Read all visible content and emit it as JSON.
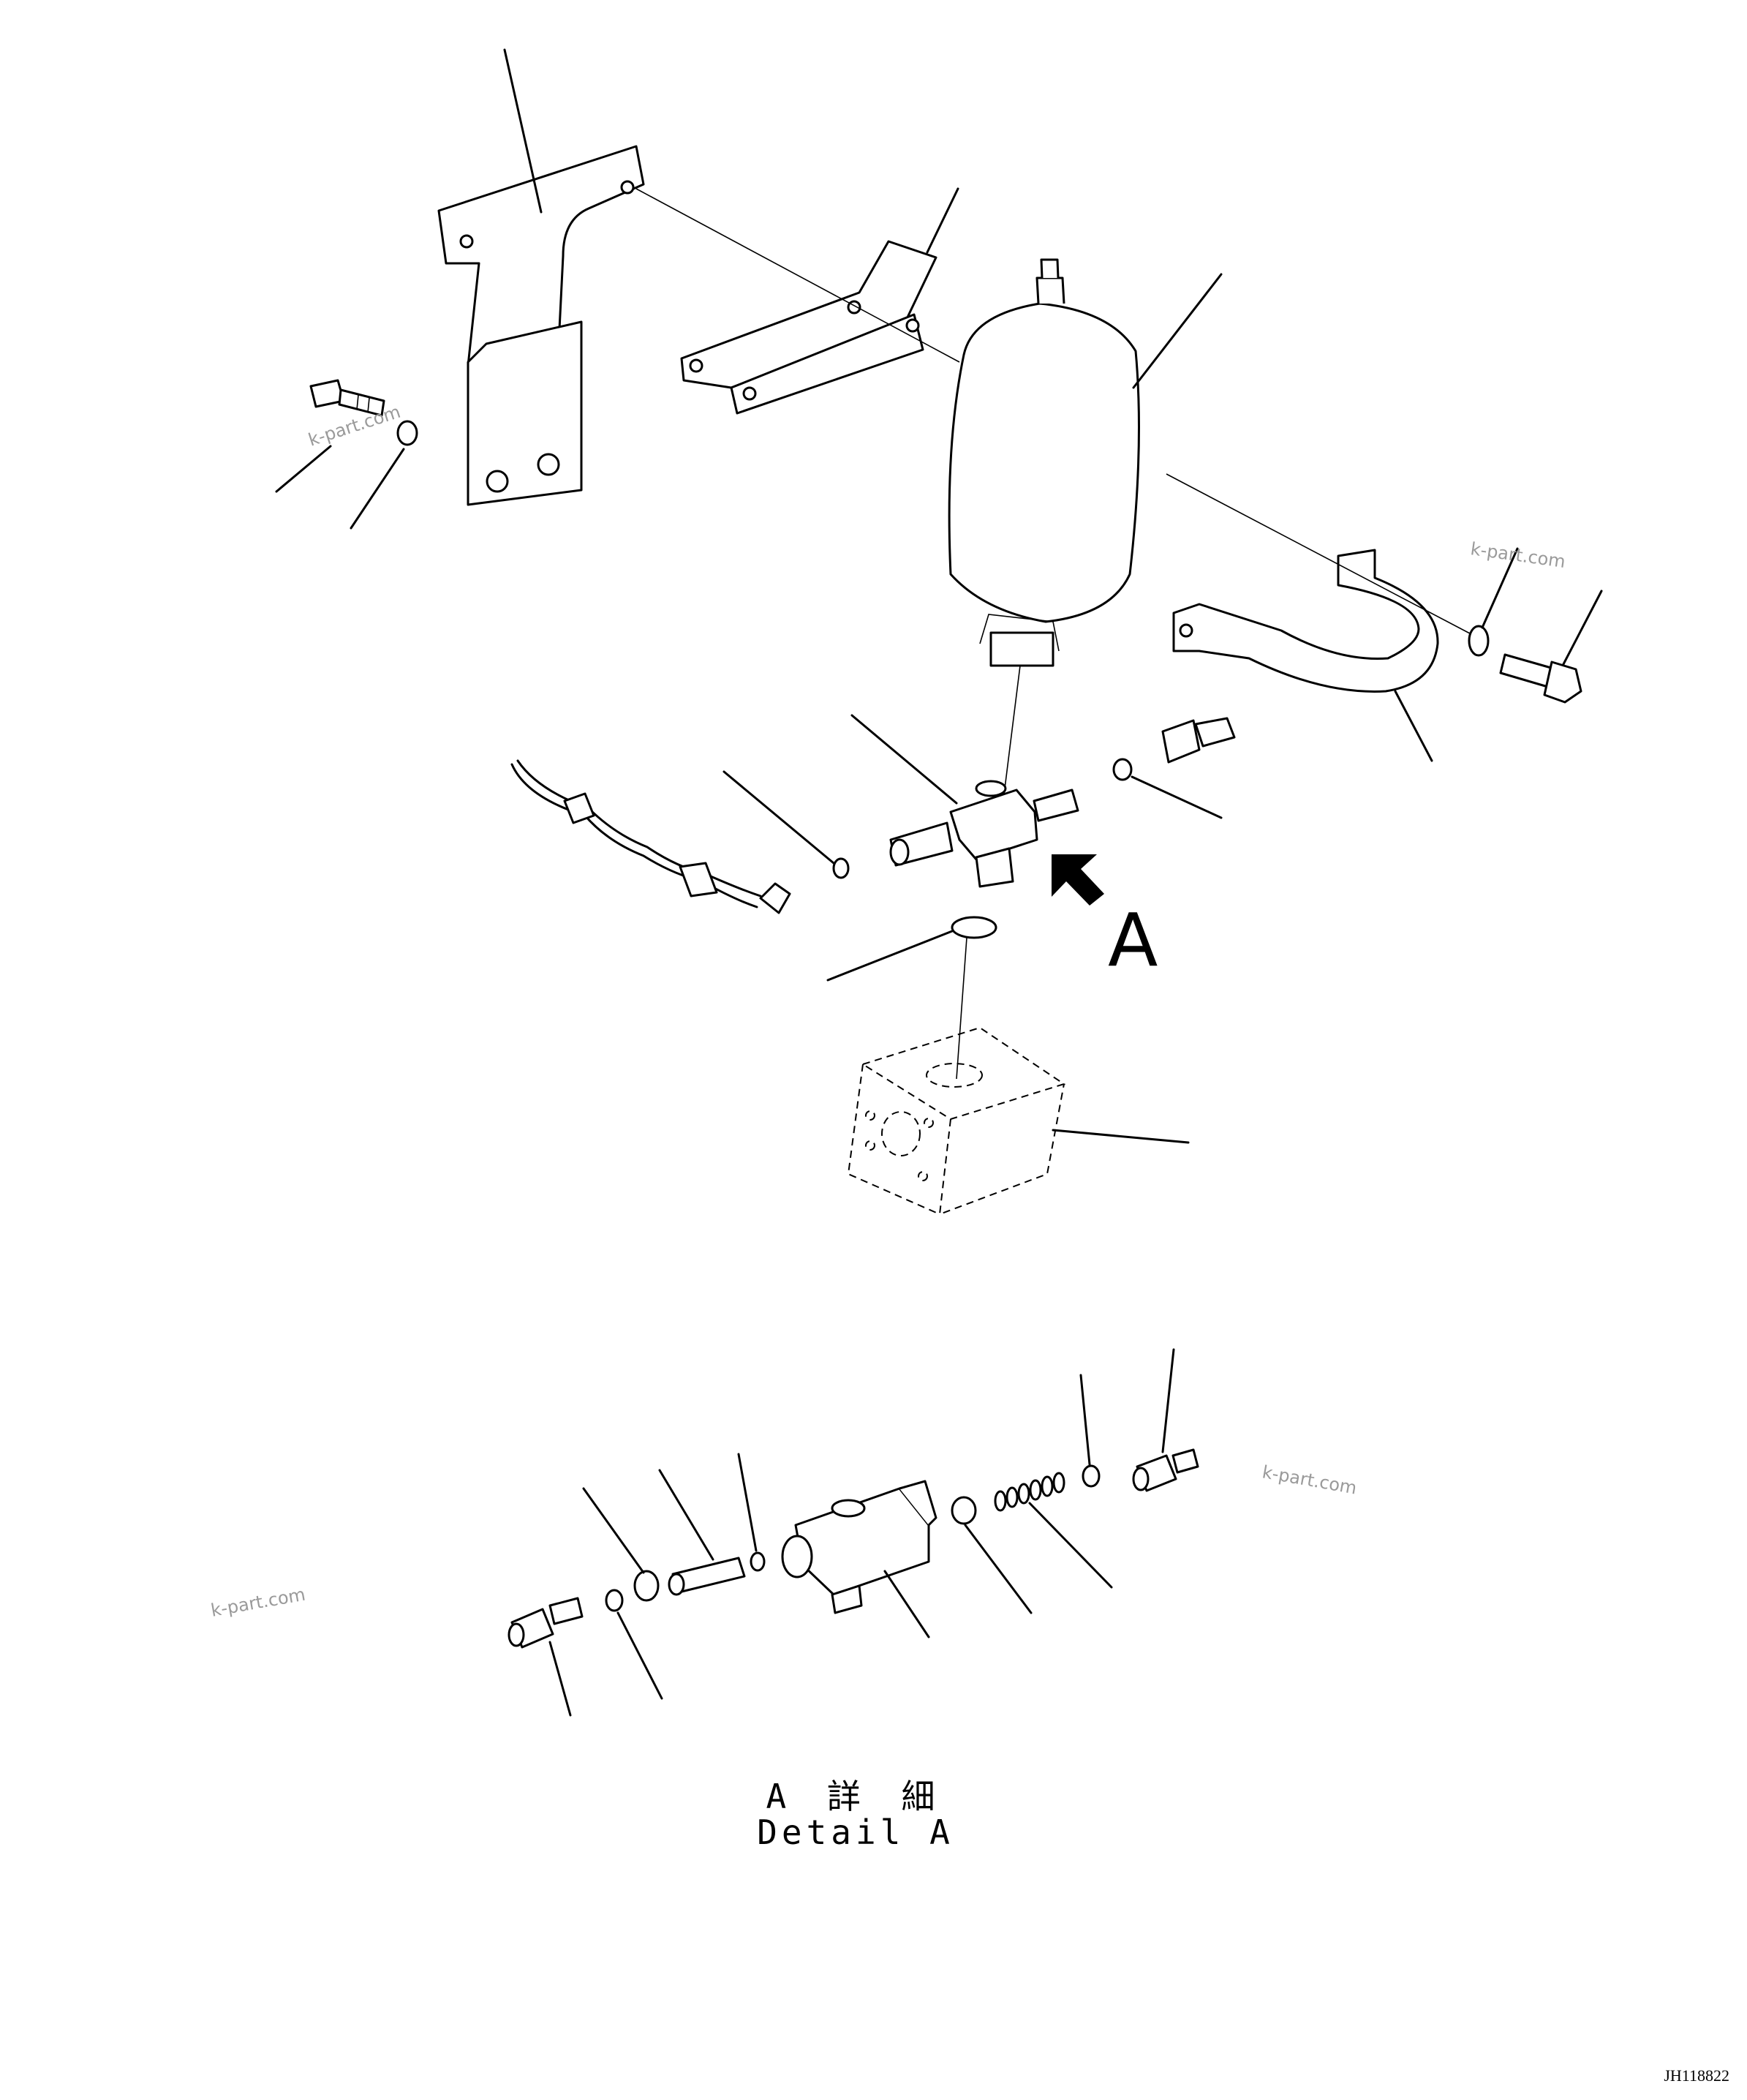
{
  "diagram": {
    "view_callout": "A",
    "detail_title_jp": "A 詳 細",
    "detail_title_en": "Detail A",
    "drawing_number": "JH118822",
    "watermarks": [
      "k-part.com",
      "k-part.com",
      "k-part.com",
      "k-part.com"
    ]
  }
}
